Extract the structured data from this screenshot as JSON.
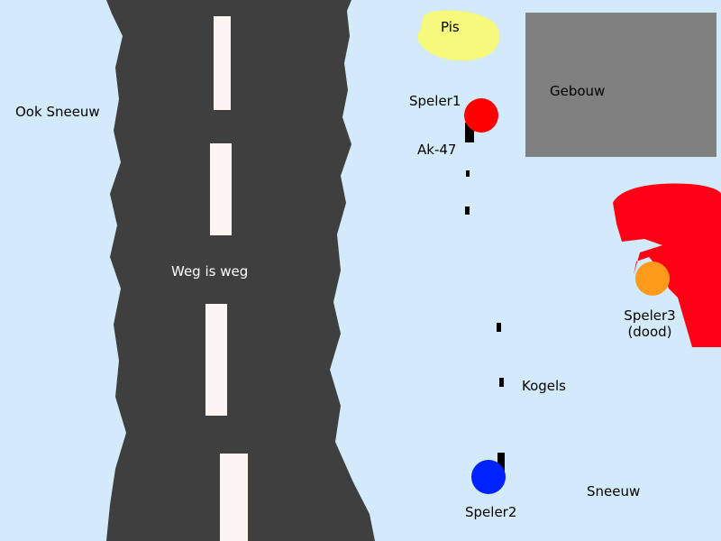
{
  "colors": {
    "snow": "#d3eafa",
    "road": "#3f3f3f",
    "road_marking": "#fcf5f2",
    "building": "#808080",
    "pee": "#f6f97a",
    "blood": "#ff0014",
    "player1": "#ff0000",
    "player2": "#0022ff",
    "player3": "#ff9a1a",
    "gun": "#000000"
  },
  "labels": {
    "snow_left": "Ook Sneeuw",
    "road": "Weg is weg",
    "pee": "Pis",
    "building": "Gebouw",
    "player1": "Speler1",
    "gun": "Ak-47",
    "player3_name": "Speler3",
    "player3_status": "(dood)",
    "bullets": "Kogels",
    "snow_right": "Sneeuw",
    "player2": "Speler2"
  },
  "players": [
    {
      "name": "Speler1",
      "alive": true
    },
    {
      "name": "Speler2",
      "alive": true
    },
    {
      "name": "Speler3",
      "alive": false
    }
  ]
}
